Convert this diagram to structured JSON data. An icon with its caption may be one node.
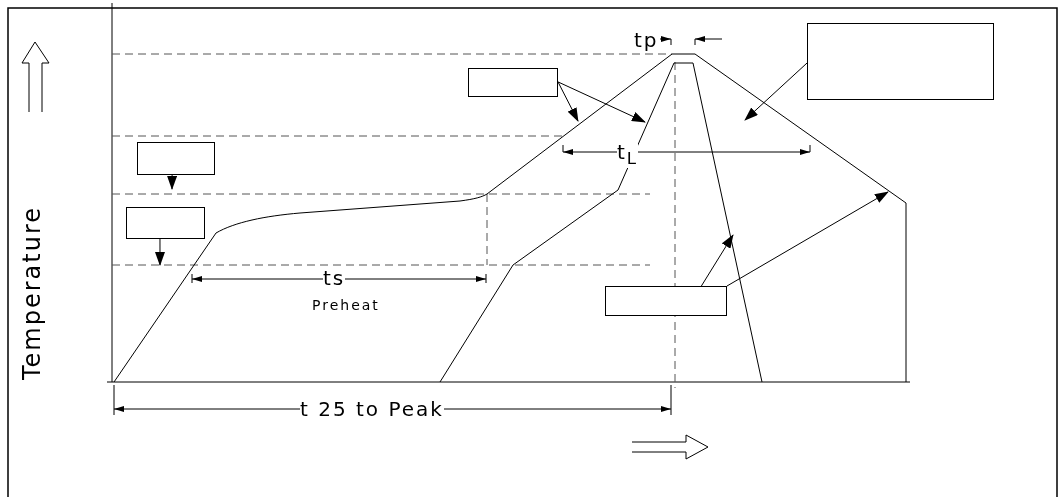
{
  "diagram": {
    "nodes": [
      {
        "text": [],
        "shape": "box"
      },
      {
        "text": [],
        "shape": "box"
      },
      {
        "text": [],
        "shape": "box"
      },
      {
        "text": [],
        "shape": "box"
      },
      {
        "text": [],
        "shape": "box"
      }
    ],
    "edges": [
      {
        "from": 0,
        "to": null,
        "arrow": "to"
      },
      {
        "from": 1,
        "to": null,
        "arrow": "to"
      },
      {
        "from": 1,
        "to": null,
        "arrow": "to"
      },
      {
        "from": 2,
        "to": null,
        "arrow": "to"
      },
      {
        "from": 3,
        "to": null,
        "arrow": "to"
      },
      {
        "from": 4,
        "to": null,
        "arrow": "to"
      },
      {
        "from": 4,
        "to": null,
        "arrow": "to"
      }
    ],
    "labels": [
      "tp",
      "t$_{L}$",
      "Temperature",
      "ts",
      "Preheat",
      "t 25 to Peak"
    ]
  }
}
